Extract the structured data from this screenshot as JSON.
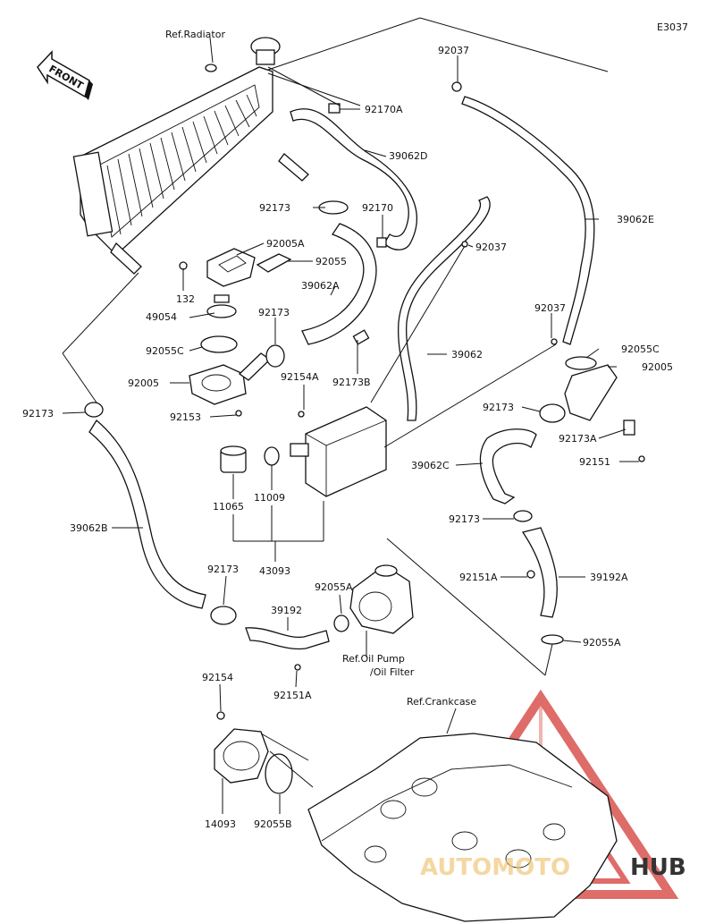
{
  "code": "E3037",
  "front_label": "FRONT",
  "watermark": {
    "text_light": "AUTOMOTO",
    "text_dark": "HUB",
    "color": "#d9534f"
  },
  "labels": {
    "ref_radiator": "Ref.Radiator",
    "p92037_top": "92037",
    "p92170A": "92170A",
    "p39062D": "39062D",
    "p92173_a": "92173",
    "p92170": "92170",
    "p39062E": "39062E",
    "p92005A": "92005A",
    "p92037_mid": "92037",
    "p92055": "92055",
    "p132": "132",
    "p39062A": "39062A",
    "p49054": "49054",
    "p92173_b": "92173",
    "p92037_right": "92037",
    "p92055C_left": "92055C",
    "p39062": "39062",
    "p92055C_right": "92055C",
    "p92005_left": "92005",
    "p92154A": "92154A",
    "p92173B": "92173B",
    "p92005_right": "92005",
    "p92173_c": "92173",
    "p92153": "92153",
    "p92173_left": "92173",
    "p92173A": "92173A",
    "p39062C": "39062C",
    "p92151": "92151",
    "p11065": "11065",
    "p11009": "11009",
    "p92173_d": "92173",
    "p39062B": "39062B",
    "p43093": "43093",
    "p92151A_r": "92151A",
    "p39192A": "39192A",
    "p92173_e": "92173",
    "p92055A_mid": "92055A",
    "p39192": "39192",
    "p92055A_right": "92055A",
    "ref_oil_pump": "Ref.Oil Pump",
    "ref_oil_filter": "/Oil Filter",
    "p92151A_b": "92151A",
    "p92154": "92154",
    "ref_crankcase": "Ref.Crankcase",
    "p14093": "14093",
    "p92055B": "92055B"
  }
}
